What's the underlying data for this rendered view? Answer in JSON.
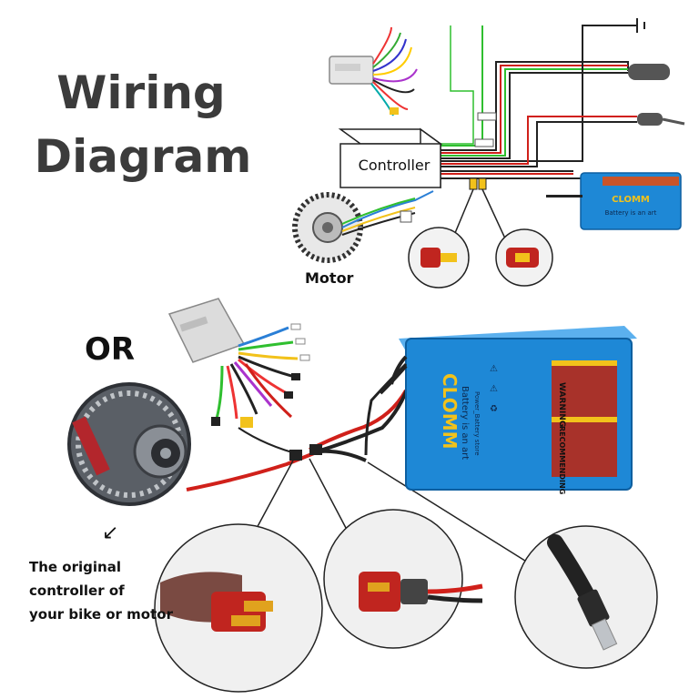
{
  "title": {
    "line1": "Wiring",
    "line2": "Diagram"
  },
  "top_diagram": {
    "controller_label": "Controller",
    "motor_label": "Motor",
    "battery_brand": "CLOMM",
    "battery_tagline": "Battery is an art"
  },
  "separator": {
    "or_label": "OR"
  },
  "bottom_diagram": {
    "battery_brand": "CLOMM",
    "battery_tagline": "Battery is an art",
    "battery_warning": "WARNING",
    "battery_recommending": "RECOMMENDING",
    "battery_sub": "Power_Battery store"
  },
  "note": {
    "arrow": "↙",
    "lines": [
      "The original",
      "controller of",
      "your bike or motor"
    ]
  },
  "colors": {
    "battery_blue": "#1e88d6",
    "wire_red": "#d0201a",
    "wire_green": "#2fbf2f",
    "connector_yellow": "#f2c21b",
    "title_gray": "#3b3b3b"
  }
}
